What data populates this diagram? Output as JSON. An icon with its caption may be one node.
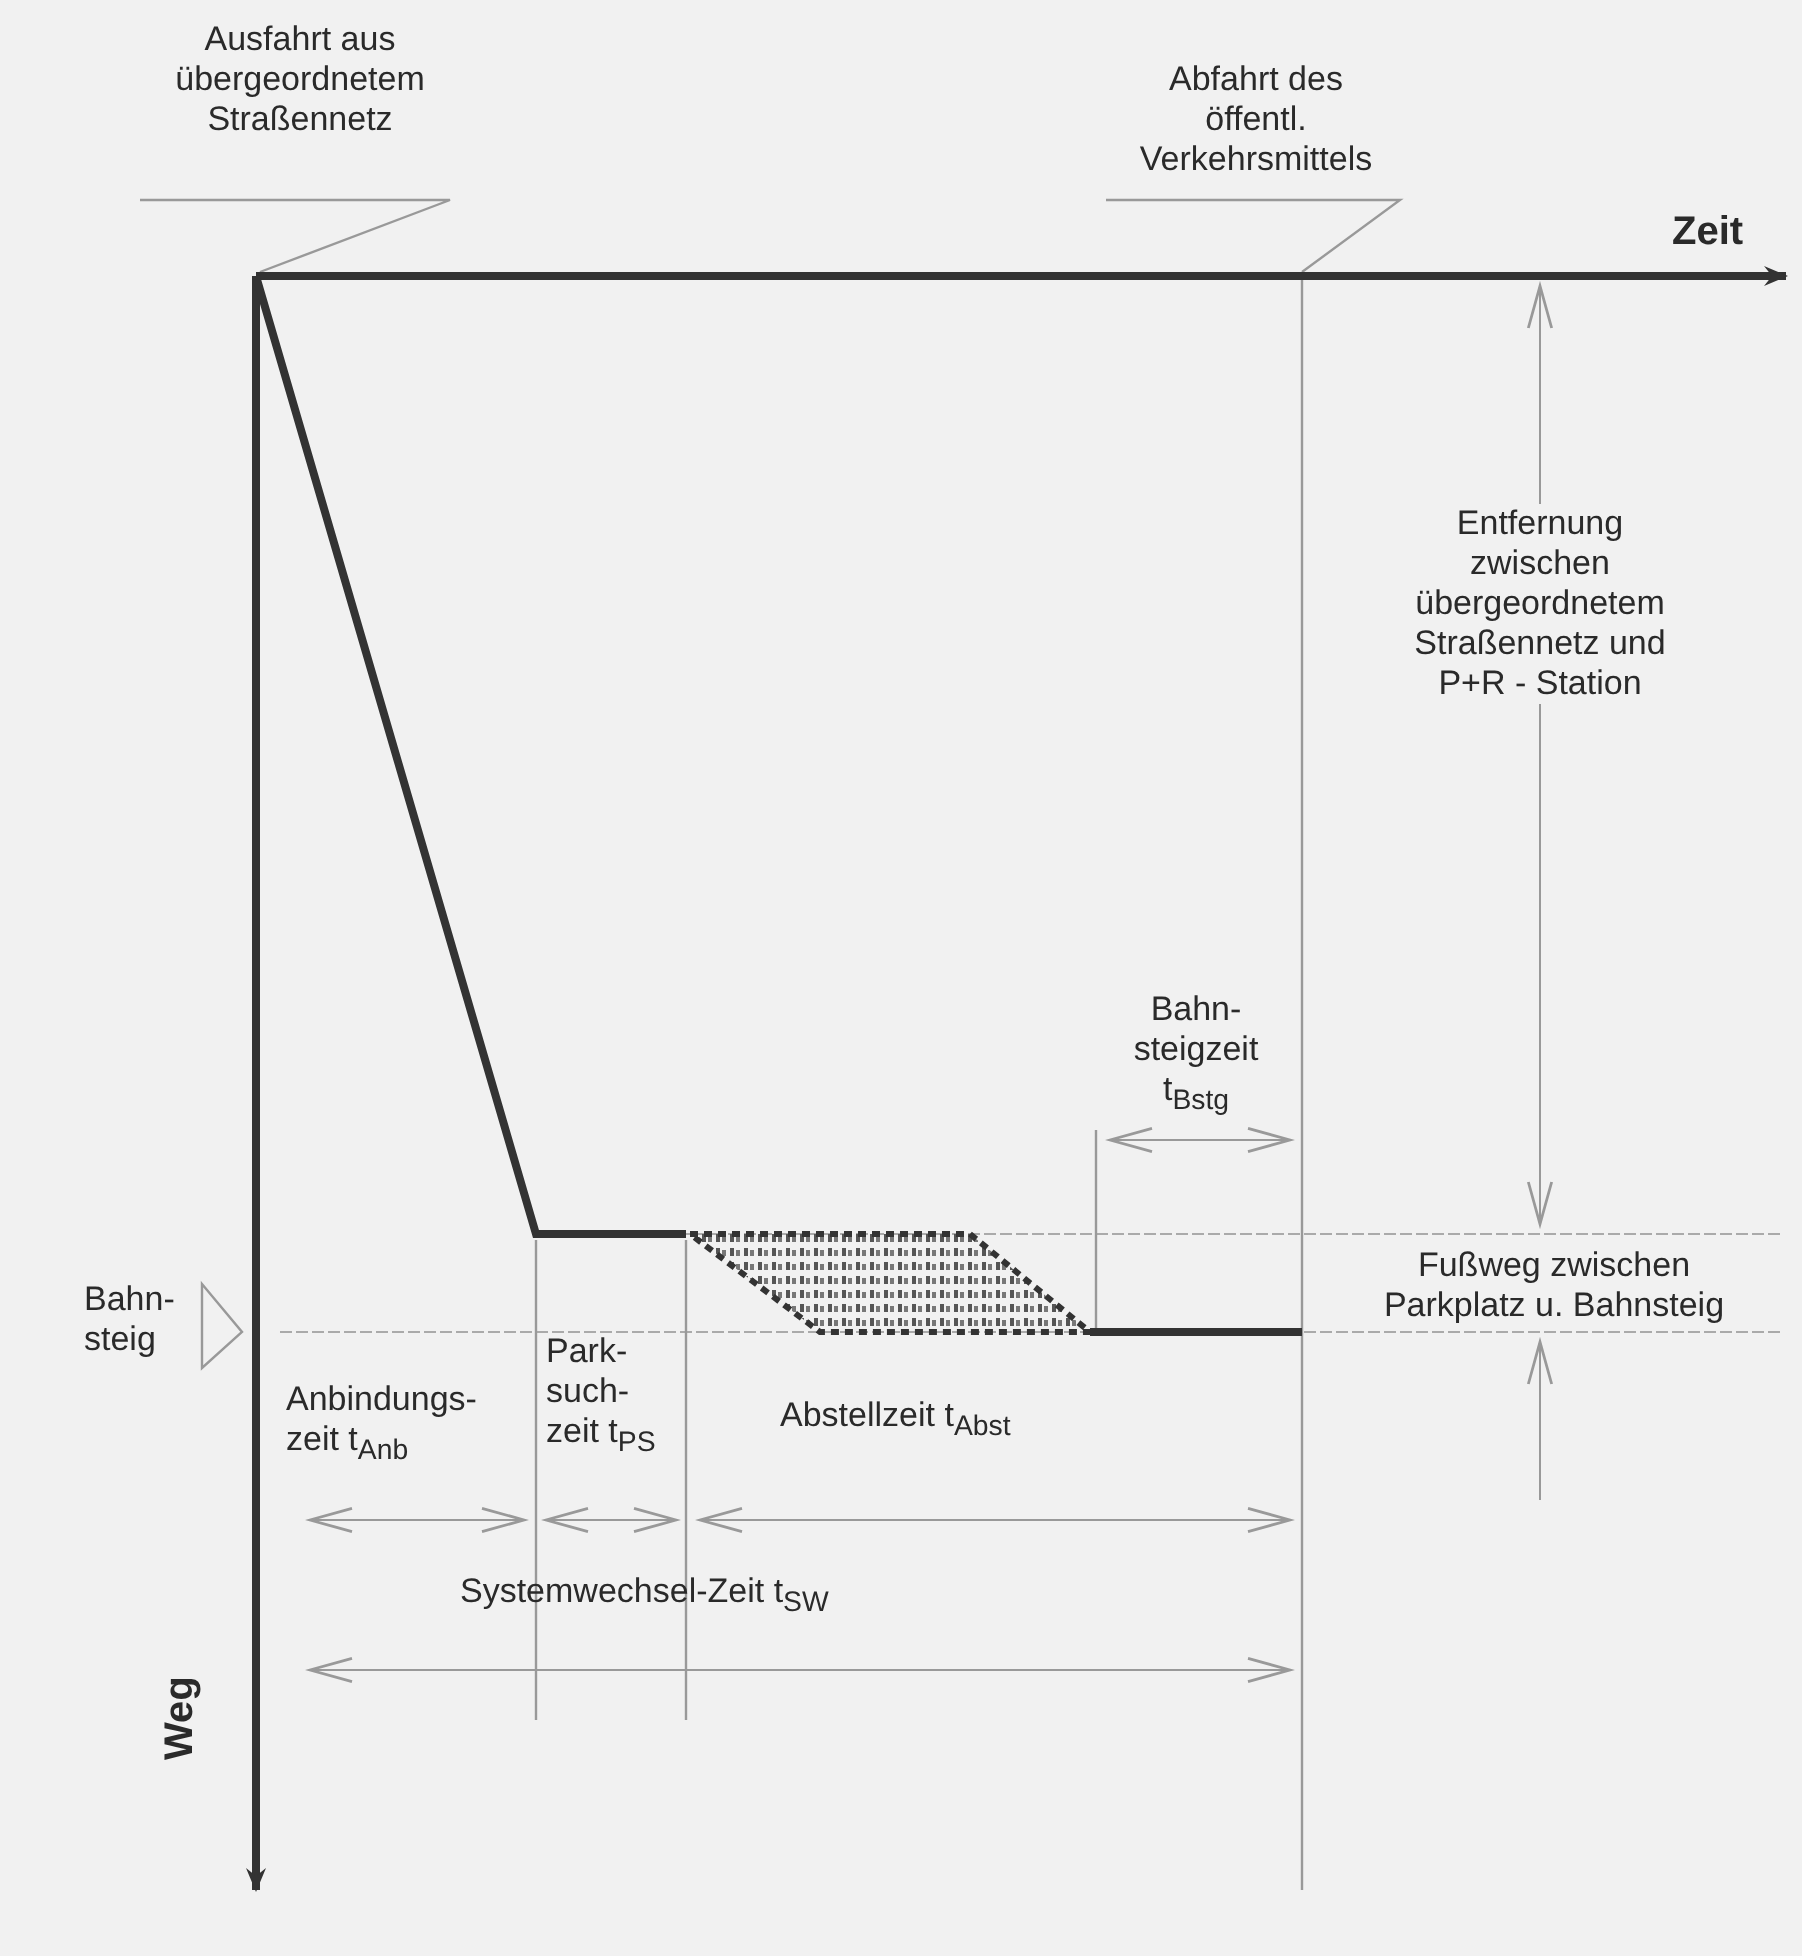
{
  "diagram": {
    "labels": [
      "Ausfahrt aus übergeordnetem Straßennetz",
      "Abfahrt des öffentl. Verkehrsmittels",
      "Zeit",
      "Entfernung zwischen übergeordnetem Straßennetz und P+R - Station",
      "Bahn- steigzeit t$_{Bstg}$",
      "Bahn- steig",
      "Fußweg zwischen Parkplatz u. Bahnsteig",
      "Anbindungs- zeit t$_{Anb}$",
      "Park- such- zeit t$_{PS}$",
      "Abstellzeit t$_{Abst}$",
      "Systemwechsel-Zeit t$_{SW}$",
      "Weg"
    ]
  }
}
